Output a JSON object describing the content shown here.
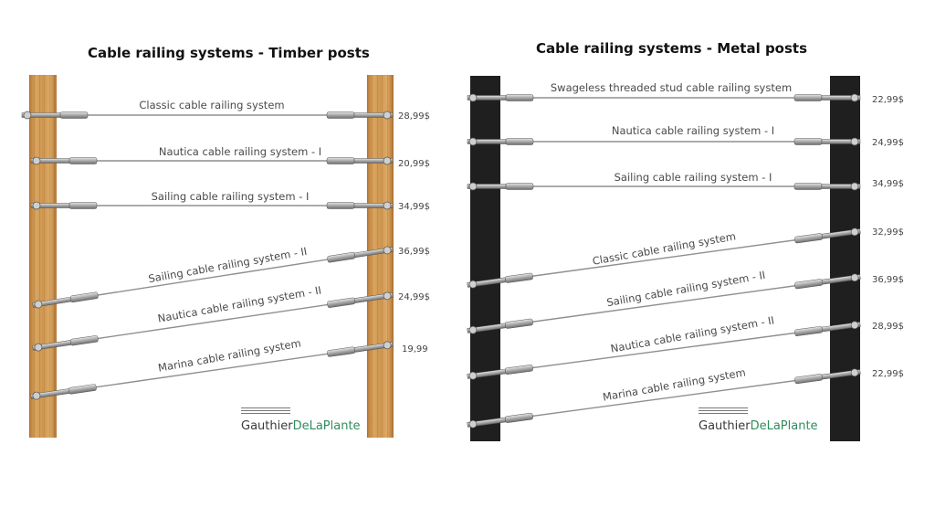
{
  "left_panel": {
    "title": "Cable railing systems - Timber posts",
    "rows": [
      {
        "label": "Classic cable railing system",
        "price": "28,99$"
      },
      {
        "label": "Nautica cable railing system - I",
        "price": "20,99$"
      },
      {
        "label": "Sailing cable railing system - I",
        "price": "34,99$"
      },
      {
        "label": "Sailing cable railing system - II",
        "price": "36,99$"
      },
      {
        "label": "Nautica cable railing system - II",
        "price": "24,99$"
      },
      {
        "label": "Marina cable railing system",
        "price": "19,99"
      }
    ],
    "logo": {
      "word1": "Gauthier",
      "word2": "DeLaPlante"
    }
  },
  "right_panel": {
    "title": "Cable railing systems - Metal posts",
    "rows": [
      {
        "label": "Swageless threaded stud cable railing system",
        "price": "22,99$"
      },
      {
        "label": "Nautica cable railing system - I",
        "price": "24,99$"
      },
      {
        "label": "Sailing cable railing system - I",
        "price": "34,99$"
      },
      {
        "label": "Classic cable railing system",
        "price": "32,99$"
      },
      {
        "label": "Sailing cable railing system - II",
        "price": "36,99$"
      },
      {
        "label": "Nautica cable railing system - II",
        "price": "28,99$"
      },
      {
        "label": "Marina cable railing system",
        "price": "22,99$"
      }
    ],
    "logo": {
      "word1": "Gauthier",
      "word2": "DeLaPlante"
    }
  },
  "colors": {
    "timber": "#cf9650",
    "metal_post": "#1f1f1f",
    "cable": "#8f8f8f",
    "logo_green": "#2f8c5e"
  }
}
